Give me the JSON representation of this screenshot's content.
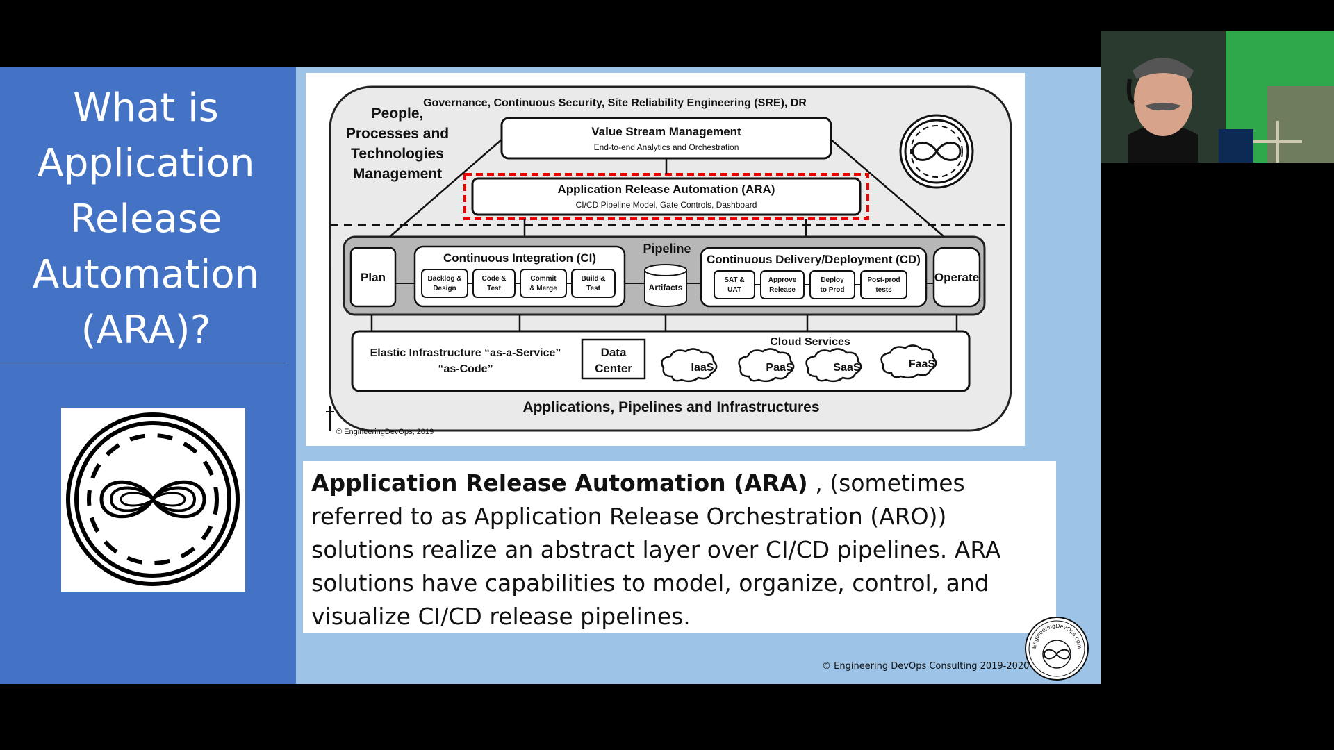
{
  "slide": {
    "title": "What is Application Release Automation (ARA)?",
    "description": {
      "lead": "Application Release Automation (ARA)",
      "rest": " , (sometimes  referred to as Application Release Orchestration (ARO)) solutions realize an abstract layer over CI/CD pipelines. ARA solutions have capabilities to model, organize, control, and visualize CI/CD release pipelines."
    },
    "copyright": "© Engineering DevOps Consulting  2019-2020",
    "seal_text": "EngineeringDevOps.com"
  },
  "diagram": {
    "governance": "Governance, Continuous Security, Site Reliability Engineering (SRE), DR",
    "people": [
      "People,",
      "Processes and",
      "Technologies",
      "Management"
    ],
    "vsm_title": "Value Stream Management",
    "vsm_sub": "End-to-end Analytics and Orchestration",
    "ara_title": "Application Release Automation (ARA)",
    "ara_sub": "CI/CD Pipeline Model, Gate Controls, Dashboard",
    "pipeline": "Pipeline",
    "plan": "Plan",
    "ci_title": "Continuous Integration (CI)",
    "ci_steps": [
      [
        "Backlog &",
        "Design"
      ],
      [
        "Code &",
        "Test"
      ],
      [
        "Commit",
        "& Merge"
      ],
      [
        "Build &",
        "Test"
      ]
    ],
    "artifacts": "Artifacts",
    "cd_title": "Continuous Delivery/Deployment (CD)",
    "cd_steps": [
      [
        "SAT &",
        "UAT"
      ],
      [
        "Approve",
        "Release"
      ],
      [
        "Deploy",
        "to Prod"
      ],
      [
        "Post-prod",
        "tests"
      ]
    ],
    "operate": "Operate",
    "elastic_1": "Elastic Infrastructure “as-a-Service”",
    "elastic_2": "“as-Code”",
    "datacenter_1": "Data",
    "datacenter_2": "Center",
    "cloud_title": "Cloud Services",
    "clouds": [
      "IaaS",
      "PaaS",
      "SaaS",
      "FaaS"
    ],
    "footer": "Applications, Pipelines and Infrastructures",
    "credit": "© EngineeringDevOps, 2019"
  }
}
